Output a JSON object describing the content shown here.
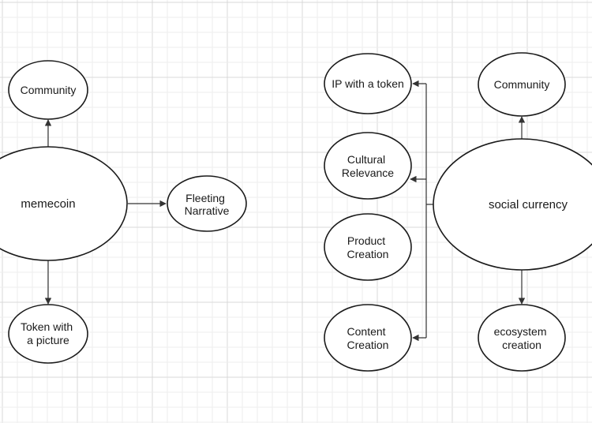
{
  "colors": {
    "background": "#ffffff",
    "grid_minor": "#eeeeee",
    "grid_major": "#d9d9d9",
    "stroke": "#1a1a1a",
    "text": "#1a1a1a"
  },
  "diagram": {
    "memecoin": {
      "center": "memecoin",
      "top": "Community",
      "right": [
        "Fleeting",
        "Narrative"
      ],
      "bottom": [
        "Token with",
        "a picture"
      ]
    },
    "social_currency": {
      "center": "social currency",
      "top": "Community",
      "bottom": [
        "ecosystem",
        "creation"
      ],
      "left_nodes": [
        {
          "lines": [
            "IP with a token"
          ],
          "has_arrow": true
        },
        {
          "lines": [
            "Cultural",
            "Relevance"
          ],
          "has_arrow": true
        },
        {
          "lines": [
            "Product",
            "Creation"
          ],
          "has_arrow": false
        },
        {
          "lines": [
            "Content",
            "Creation"
          ],
          "has_arrow": true
        }
      ]
    }
  }
}
